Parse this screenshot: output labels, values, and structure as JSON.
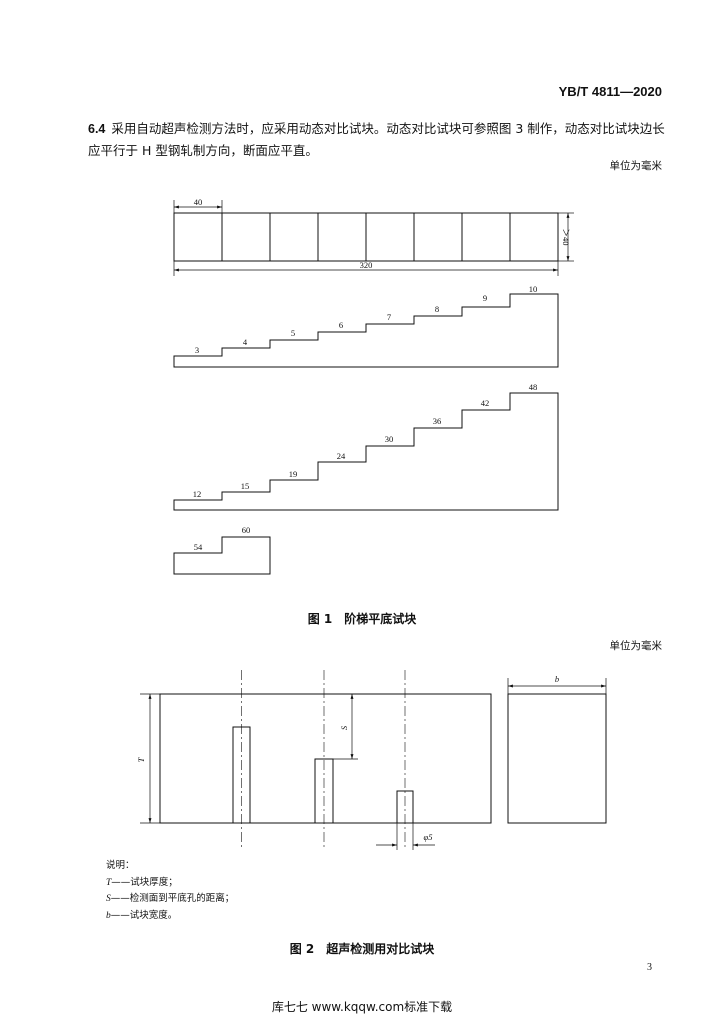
{
  "header": {
    "standard_code": "YB/T 4811—2020"
  },
  "section": {
    "number": "6.4",
    "text": "采用自动超声检测方法时，应采用动态对比试块。动态对比试块可参照图 3 制作，动态对比试块边长应平行于 H 型钢轧制方向，断面应平直。"
  },
  "figure1": {
    "unit_label": "单位为毫米",
    "caption": "图 1　阶梯平底试块",
    "top_block": {
      "width_label": "320",
      "cell_label": "40",
      "height_label": "＞40",
      "cells": 8
    },
    "step_rows": [
      {
        "labels": [
          "3",
          "4",
          "5",
          "6",
          "7",
          "8",
          "9",
          "10"
        ]
      },
      {
        "labels": [
          "12",
          "15",
          "19",
          "24",
          "30",
          "36",
          "42",
          "48"
        ]
      },
      {
        "labels": [
          "54",
          "60"
        ]
      }
    ]
  },
  "figure2": {
    "unit_label": "单位为毫米",
    "caption": "图 2　超声检测用对比试块",
    "dims": {
      "thickness": "T",
      "distance": "S",
      "width": "b",
      "hole_diameter": "φ5"
    },
    "notes_title": "说明：",
    "notes": [
      {
        "symbol": "T",
        "text": "——试块厚度；"
      },
      {
        "symbol": "S",
        "text": "——检测面到平底孔的距离；"
      },
      {
        "symbol": "b",
        "text": "——试块宽度。"
      }
    ]
  },
  "page_number": "3",
  "footer": "库七七 www.kqqw.com标准下载"
}
